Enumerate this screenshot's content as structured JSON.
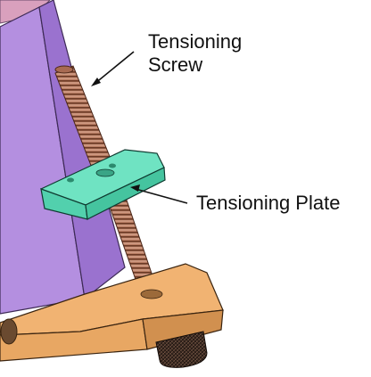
{
  "labels": {
    "screw_line1": "Tensioning",
    "screw_line2": "Screw",
    "plate": "Tensioning Plate"
  },
  "colors": {
    "housing_light": "#b48fe0",
    "housing_dark": "#8f66c5",
    "housing_top": "#d9a0bd",
    "plate_top": "#6fe3c2",
    "plate_side": "#45c49f",
    "base_top": "#f1b372",
    "base_side": "#d1904f",
    "screw_thread": "#a86a52",
    "screw_dark": "#5a3020",
    "knob": "#3b2a22",
    "callout": "#111111"
  }
}
